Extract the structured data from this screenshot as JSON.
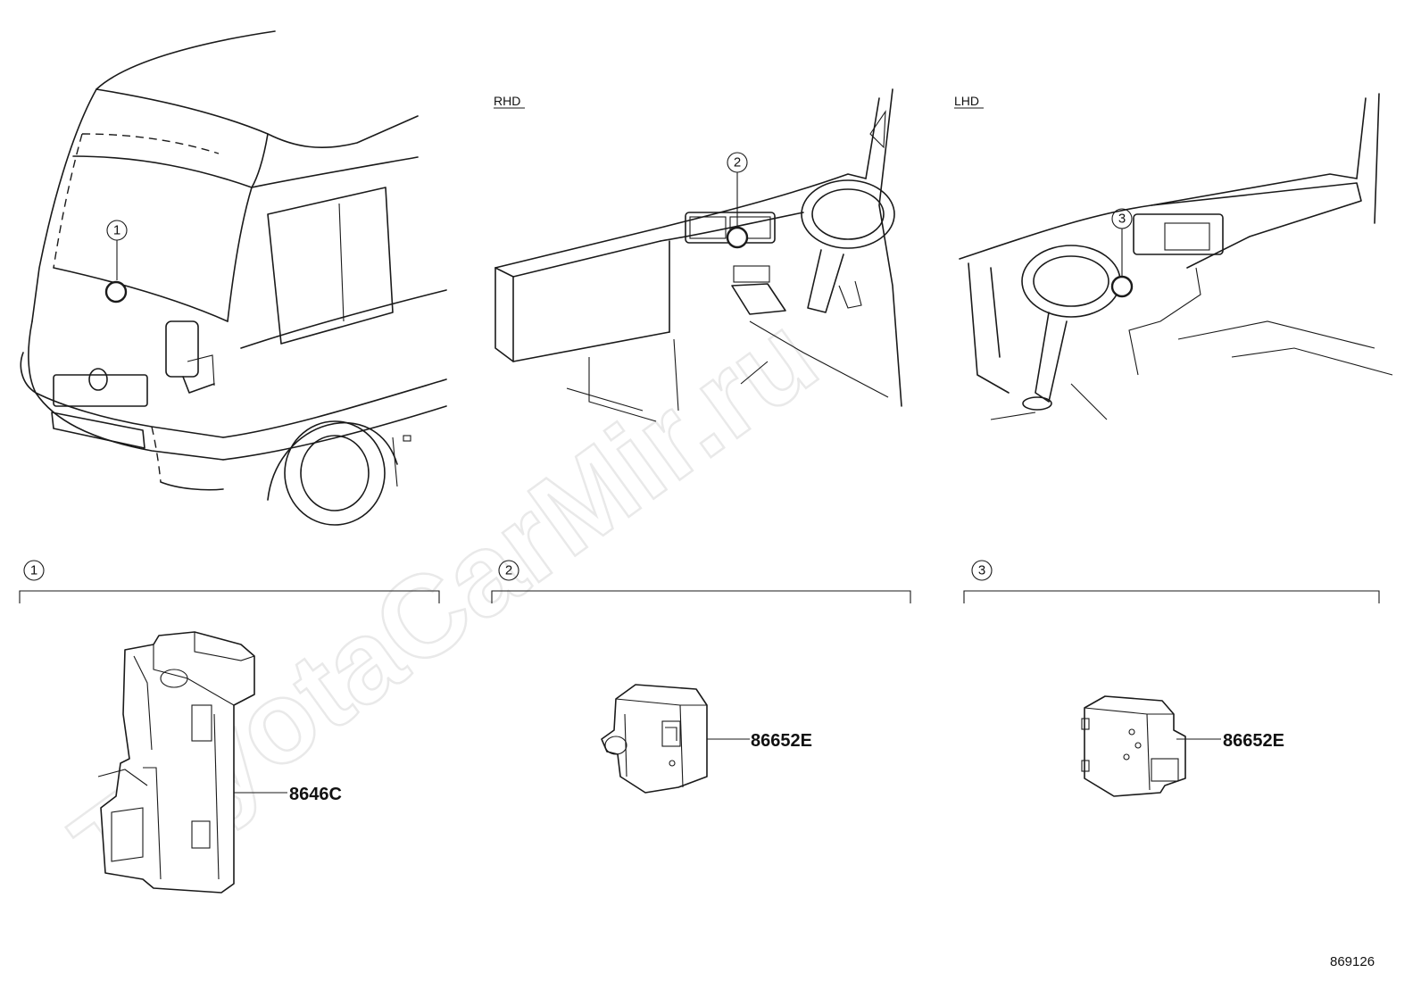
{
  "watermark": "ToyotaCarMir.ru",
  "views": {
    "rhd_label": "RHD",
    "lhd_label": "LHD"
  },
  "callouts": [
    "1",
    "2",
    "3"
  ],
  "sections": [
    {
      "number": "1",
      "part_number": "8646C"
    },
    {
      "number": "2",
      "part_number": "86652E"
    },
    {
      "number": "3",
      "part_number": "86652E"
    }
  ],
  "drawing_ref": "869126",
  "colors": {
    "line": "#1a1a1a",
    "watermark": "#e9e9e9",
    "background": "#ffffff"
  }
}
